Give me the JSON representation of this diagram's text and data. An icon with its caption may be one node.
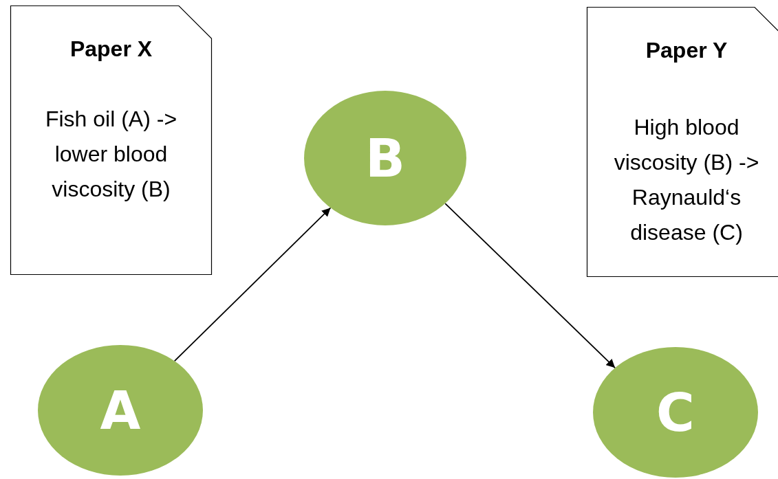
{
  "diagram": {
    "nodes": [
      {
        "text": [
          "Paper X",
          "Fish oil (A) -> lower blood viscosity (B)"
        ]
      },
      {
        "text": [
          "B"
        ]
      },
      {
        "text": [
          "Paper Y",
          "High blood viscosity (B) -> Raynauld‘s disease (C)"
        ]
      },
      {
        "text": [
          "A"
        ]
      },
      {
        "text": [
          "C"
        ]
      }
    ],
    "edges": [
      {
        "from": 3,
        "to": 1,
        "arrow": "to"
      },
      {
        "from": 1,
        "to": 4,
        "arrow": "to"
      }
    ]
  }
}
